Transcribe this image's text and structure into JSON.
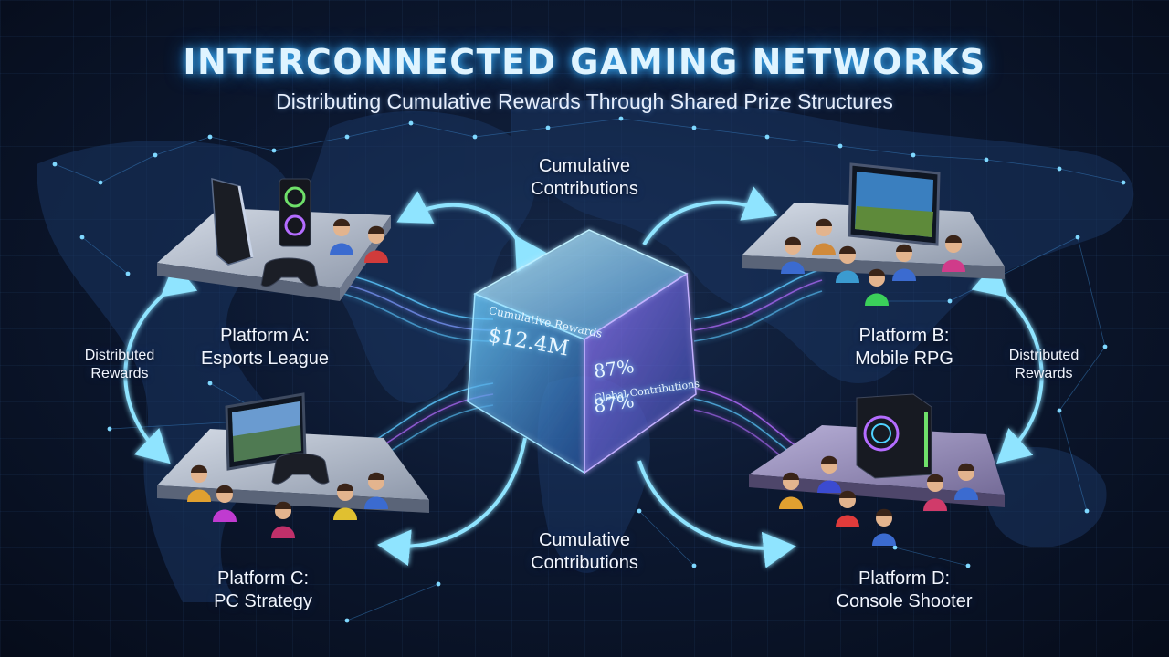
{
  "header": {
    "title": "INTERCONNECTED GAMING NETWORKS",
    "subtitle": "Distributing Cumulative Rewards Through Shared Prize Structures"
  },
  "hub": {
    "heading": "Cumulative Rewards",
    "amount": "$12.4M",
    "percent_1": "87%",
    "sub_label": "Global Contributions",
    "percent_2": "87%"
  },
  "platforms": {
    "a": {
      "line1": "Platform A:",
      "line2": "Esports League"
    },
    "b": {
      "line1": "Platform B:",
      "line2": "Mobile RPG"
    },
    "c": {
      "line1": "Platform C:",
      "line2": "PC Strategy"
    },
    "d": {
      "line1": "Platform D:",
      "line2": "Console Shooter"
    }
  },
  "flows": {
    "top": {
      "line1": "Cumulative",
      "line2": "Contributions"
    },
    "bottom": {
      "line1": "Cumulative",
      "line2": "Contributions"
    },
    "left": {
      "line1": "Distributed",
      "line2": "Rewards"
    },
    "right": {
      "line1": "Distributed",
      "line2": "Rewards"
    }
  },
  "colors": {
    "accent_cyan": "#4fd2ff",
    "accent_purple": "#b46cff",
    "background": "#0c1830",
    "platform_dark": "#8a96a8",
    "platform_purple": "#8478a8"
  },
  "icons": [
    "console-icon",
    "pc-tower-icon",
    "gamepad-icon",
    "tablet-icon",
    "monitor-icon",
    "player-avatar-icon"
  ]
}
